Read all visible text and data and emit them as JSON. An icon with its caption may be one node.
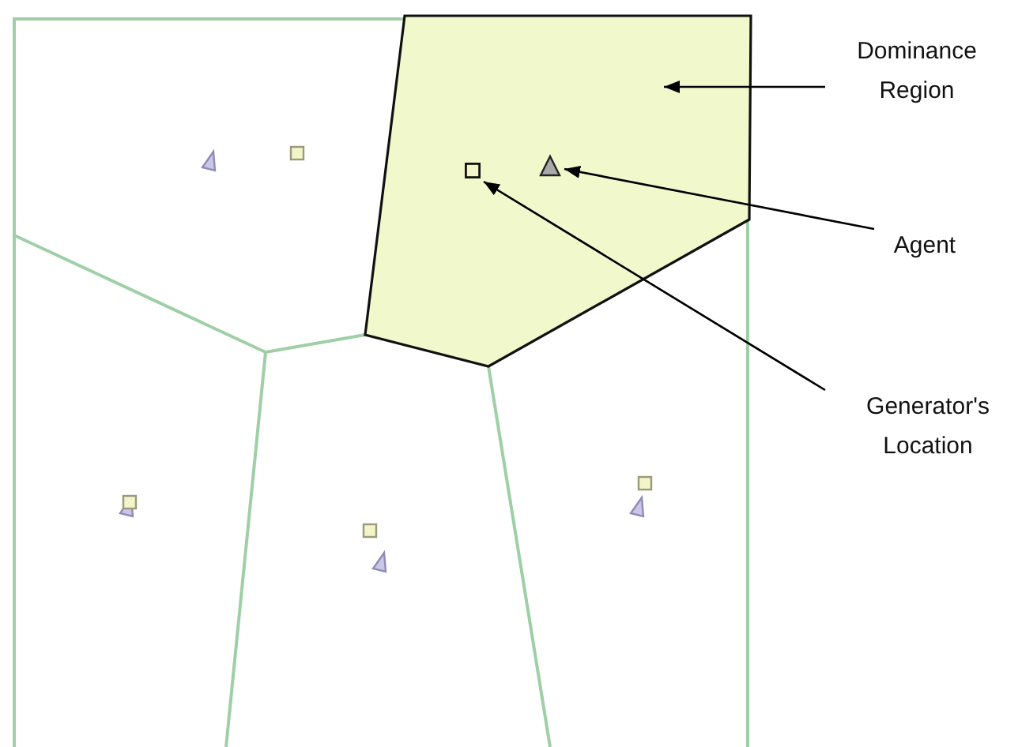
{
  "diagram": {
    "nodes": [
      {
        "text": [
          "Dominance Region"
        ]
      },
      {
        "text": [
          "Agent"
        ]
      },
      {
        "text": [
          "Generator's Location"
        ]
      },
      {
        "text": [],
        "shape": "polygon"
      },
      {
        "text": [],
        "shape": "triangle",
        "in": 3
      },
      {
        "text": [],
        "shape": "box",
        "in": 3
      }
    ],
    "edges": [
      {
        "from": 0,
        "to": 3,
        "arrow": "to"
      },
      {
        "from": 1,
        "to": 4,
        "arrow": "to"
      },
      {
        "from": 2,
        "to": 5,
        "arrow": "to"
      }
    ]
  }
}
